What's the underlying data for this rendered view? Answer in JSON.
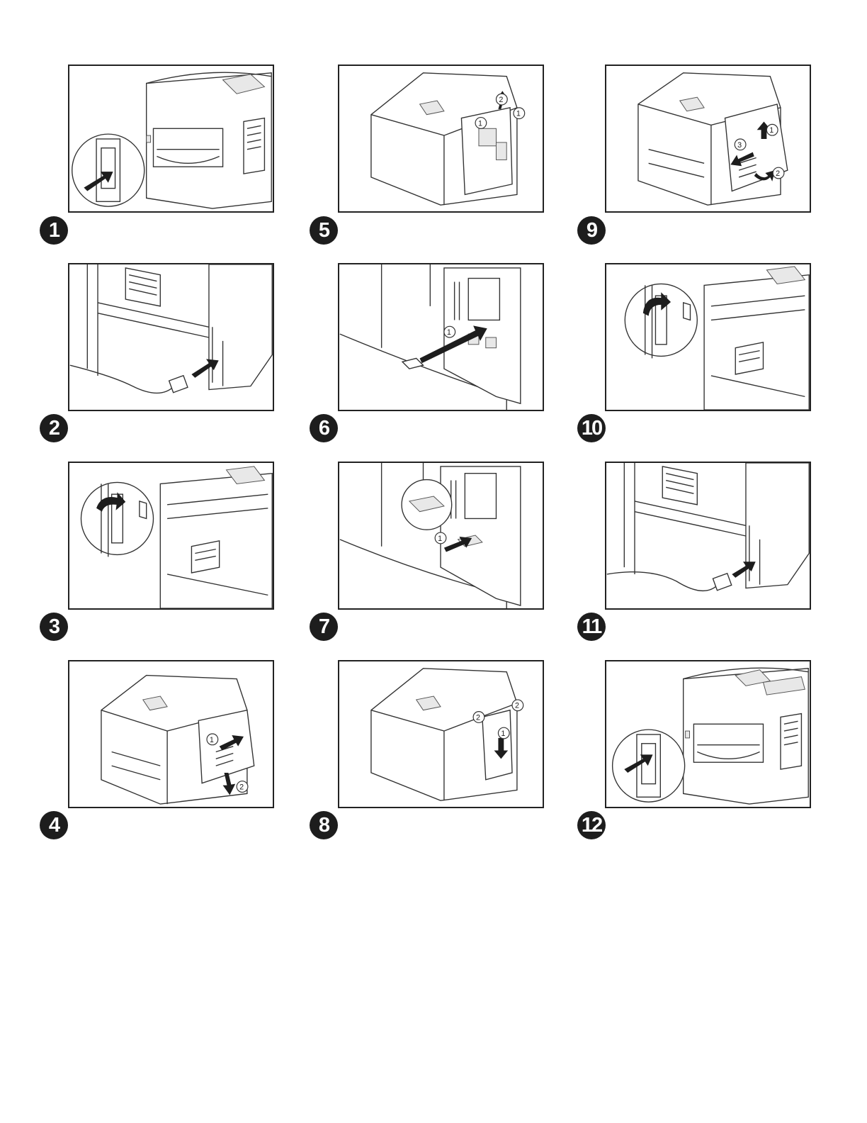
{
  "steps": [
    {
      "number": "1",
      "callouts": []
    },
    {
      "number": "2",
      "callouts": []
    },
    {
      "number": "3",
      "callouts": []
    },
    {
      "number": "4",
      "callouts": [
        "1",
        "2"
      ]
    },
    {
      "number": "5",
      "callouts": [
        "1",
        "2",
        "1"
      ]
    },
    {
      "number": "6",
      "callouts": [
        "1"
      ]
    },
    {
      "number": "7",
      "callouts": [
        "1"
      ]
    },
    {
      "number": "8",
      "callouts": [
        "2",
        "2",
        "1"
      ]
    },
    {
      "number": "9",
      "callouts": [
        "1",
        "2",
        "3"
      ]
    },
    {
      "number": "10",
      "callouts": []
    },
    {
      "number": "11",
      "callouts": []
    },
    {
      "number": "12",
      "callouts": []
    }
  ],
  "icons": {
    "power_switch": "power-switch-icon",
    "cable": "power-cable-icon",
    "arrow": "arrow-icon"
  },
  "colors": {
    "ink": "#1d1d1d",
    "paper": "#ffffff"
  }
}
